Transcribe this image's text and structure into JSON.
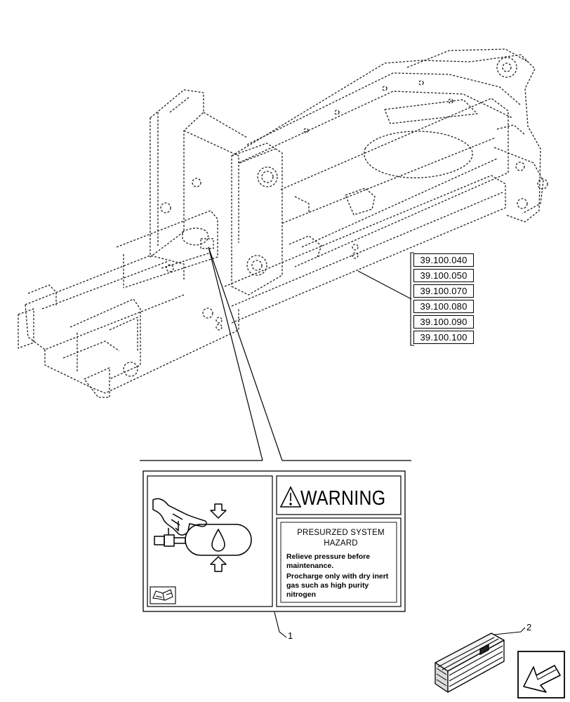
{
  "reference_codes": [
    "39.100.040",
    "39.100.050",
    "39.100.070",
    "39.100.080",
    "39.100.090",
    "39.100.100"
  ],
  "callouts": {
    "decal": "1",
    "kit": "2"
  },
  "decal": {
    "warning_word": "WARNING",
    "hazard_title_line1": "PRESURZED SYSTEM",
    "hazard_title_line2": "HAZARD",
    "instructions": [
      "Relieve pressure before",
      "maintenance.",
      "Procharge only with dry inert",
      "gas such as high purity",
      "nitrogen"
    ]
  },
  "icons": {
    "pictogram": "hand-accumulator-pressure-icon",
    "manual": "open-book-icon",
    "alert": "warning-triangle-icon",
    "kit": "crate-icon",
    "orientation": "arrow-front-left-icon"
  }
}
